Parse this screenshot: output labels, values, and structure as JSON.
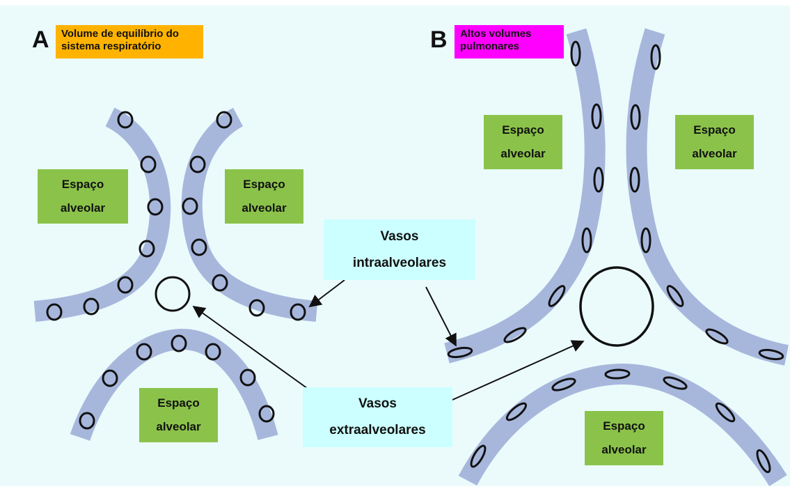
{
  "panels": [
    {
      "letter": "A",
      "title": "Volume de equilíbrio do sistema respiratório",
      "title_color": "#ffb300"
    },
    {
      "letter": "B",
      "title": "Altos volumes pulmonares",
      "title_color": "#ff00ff"
    }
  ],
  "alveolar_space": {
    "line1": "Espaço",
    "line2": "alveolar"
  },
  "callouts": {
    "intra": {
      "line1": "Vasos",
      "line2": "intraalveolares"
    },
    "extra": {
      "line1": "Vasos",
      "line2": "extraalveolares"
    }
  },
  "colors": {
    "background": "#ebfbfc",
    "alveolar_wall": "#a7b7dc",
    "alveolar_space": "#8bc34a",
    "callout": "#ccffff",
    "vessel_stroke": "#111111"
  }
}
